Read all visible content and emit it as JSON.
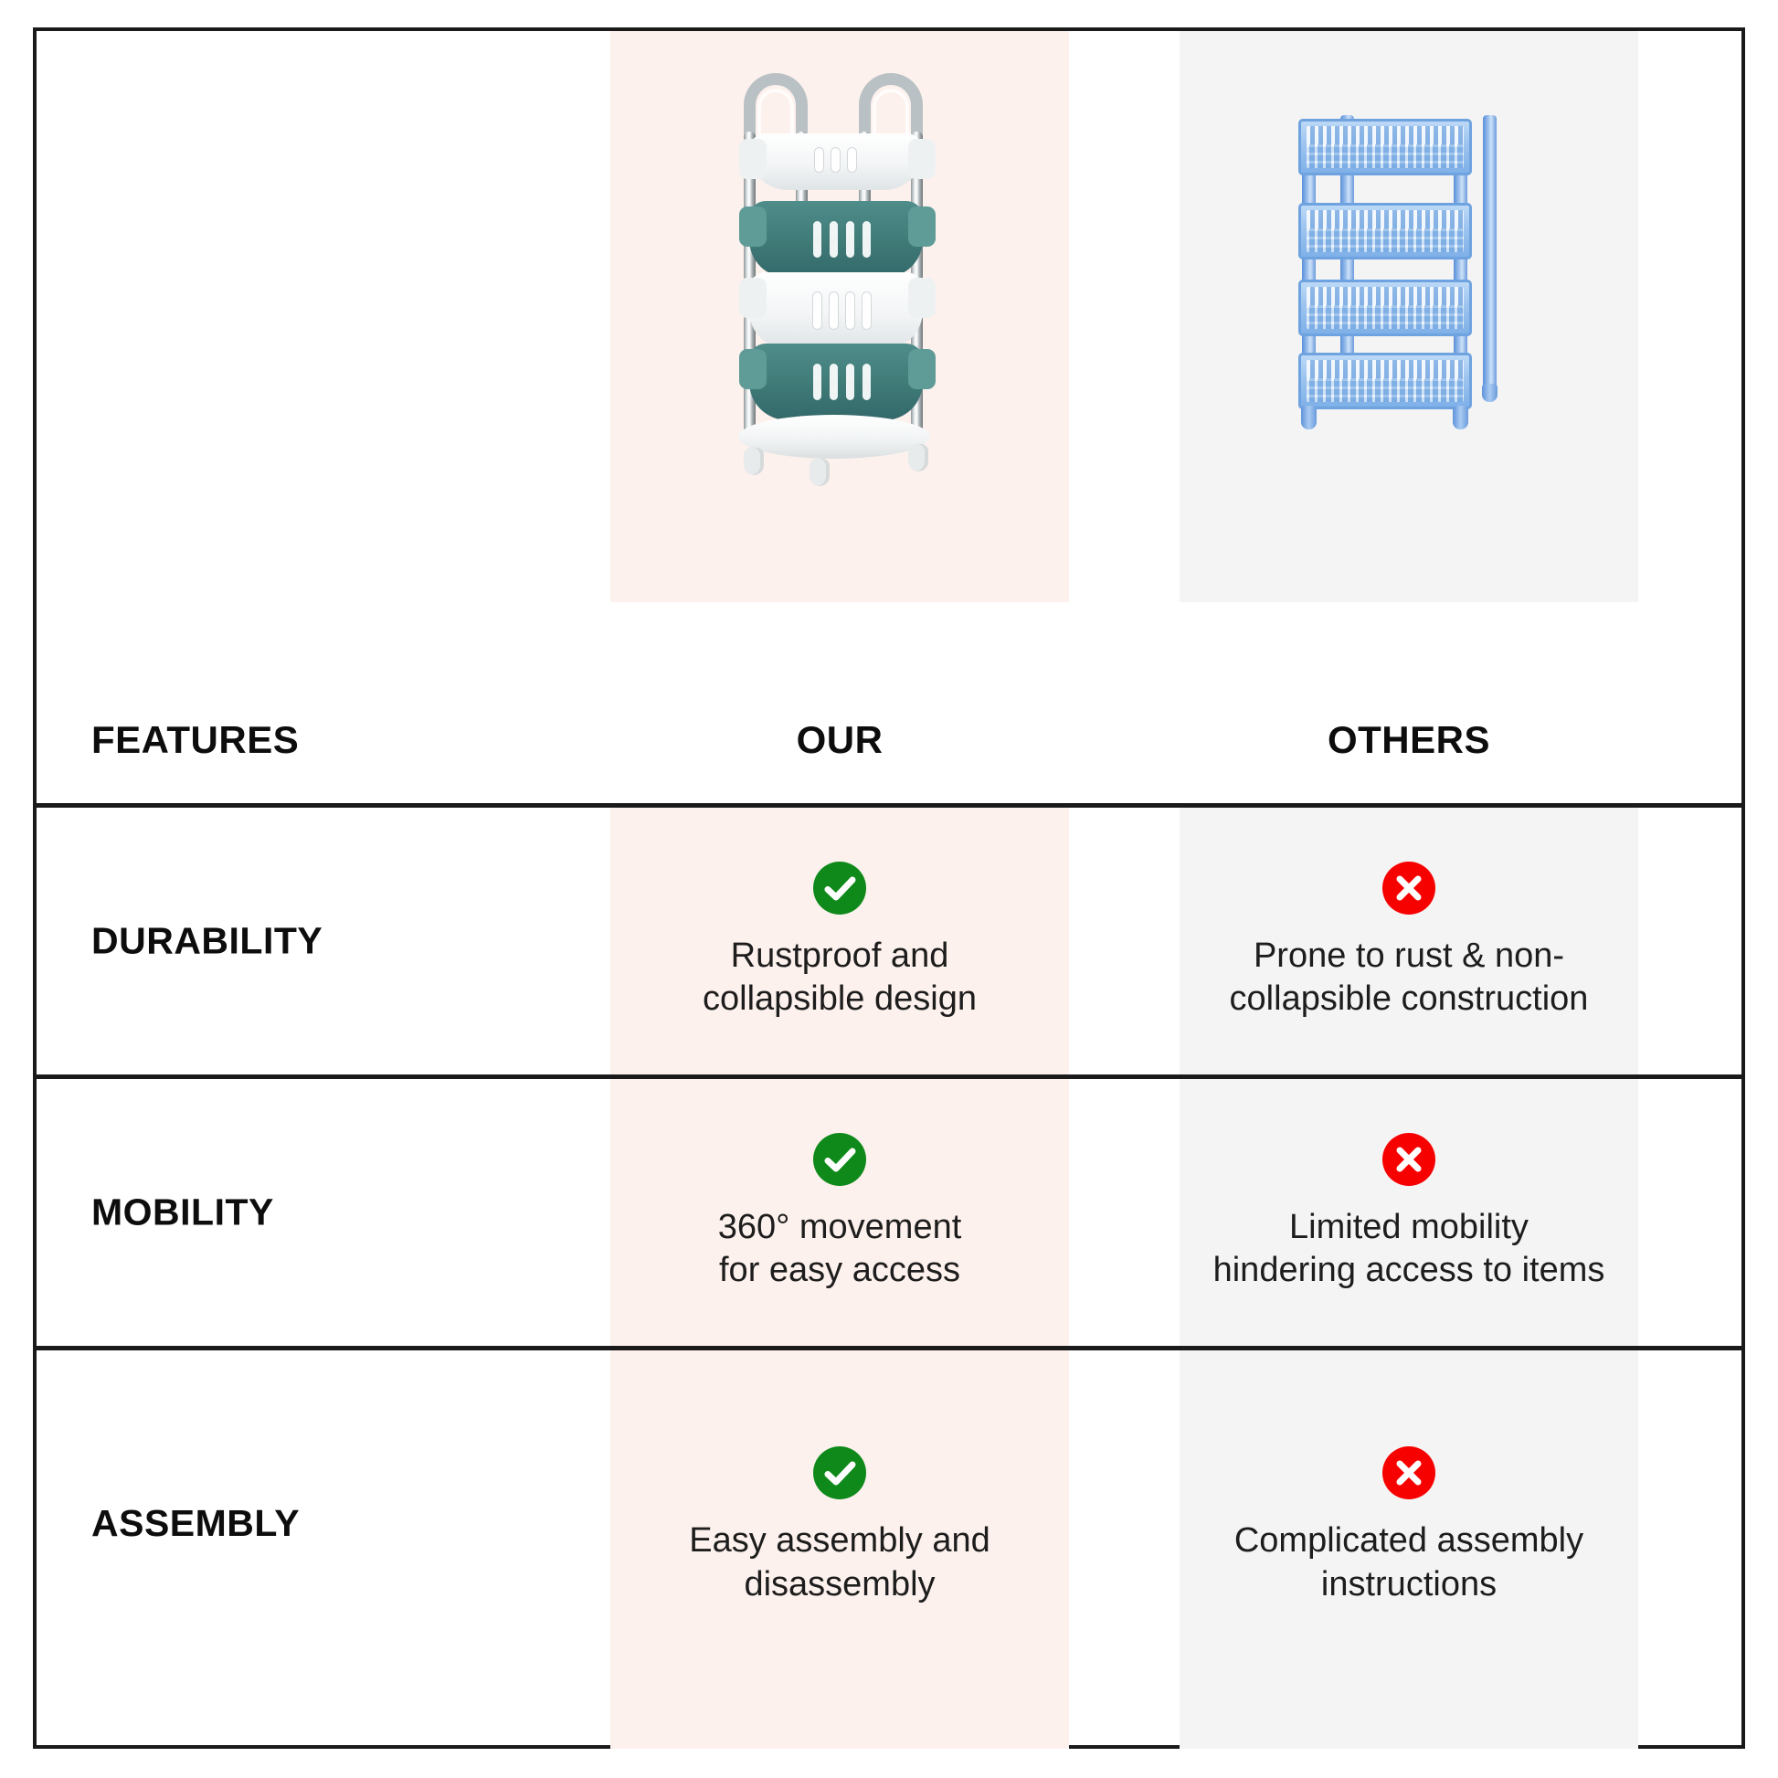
{
  "table": {
    "header": {
      "features_label": "FEATURES",
      "our_label": "OUR",
      "others_label": "OTHERS"
    },
    "products": {
      "our": {
        "icon_name": "rolling-utility-cart-image",
        "background_color": "#fdf1ed",
        "description": "3-tier white and teal rolling kitchen trolley with chrome rails and caster wheels"
      },
      "others": {
        "icon_name": "blue-plastic-rack-image",
        "background_color": "#f4f4f4",
        "description": "4-tier blue perforated plastic storage rack with fixed legs"
      }
    },
    "rows": [
      {
        "feature": "DURABILITY",
        "our": {
          "status": "check",
          "status_color": "#0f8a1a",
          "text": "Rustproof and\ncollapsible design"
        },
        "others": {
          "status": "cross",
          "status_color": "#f70000",
          "text": "Prone to rust & non-\ncollapsible construction"
        }
      },
      {
        "feature": "MOBILITY",
        "our": {
          "status": "check",
          "status_color": "#0f8a1a",
          "text": "360° movement\nfor easy access"
        },
        "others": {
          "status": "cross",
          "status_color": "#f70000",
          "text": "Limited mobility\nhindering access to items"
        }
      },
      {
        "feature": "ASSEMBLY",
        "our": {
          "status": "check",
          "status_color": "#0f8a1a",
          "text": "Easy assembly and\ndisassembly"
        },
        "others": {
          "status": "cross",
          "status_color": "#f70000",
          "text": "Complicated assembly\ninstructions"
        }
      }
    ],
    "colors": {
      "border": "#1a1a1a",
      "our_column_bg": "#fdf1ed",
      "others_column_bg": "#f4f4f4",
      "page_bg": "#ffffff",
      "text": "#1d1d1d"
    }
  }
}
